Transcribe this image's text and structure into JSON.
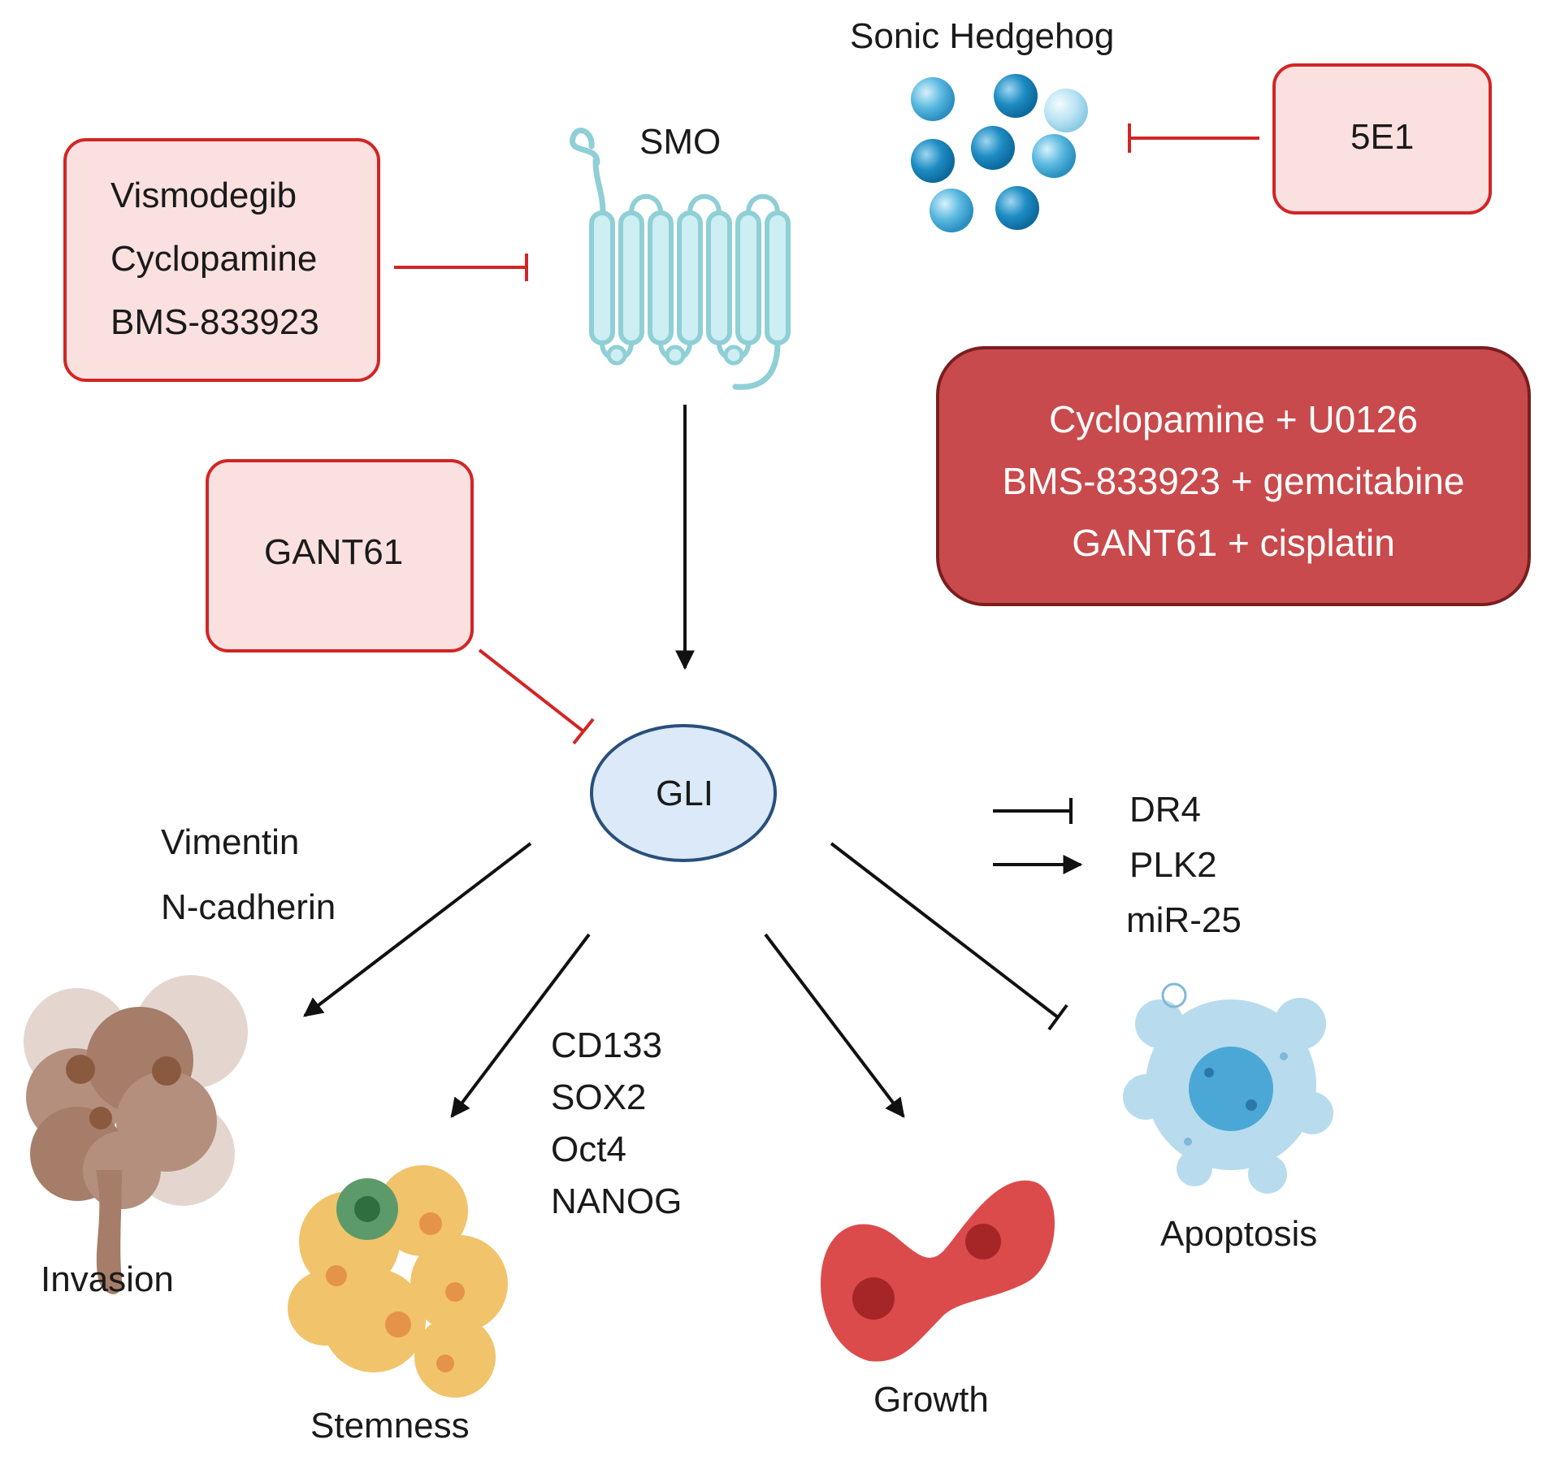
{
  "ligand": {
    "title": "Sonic Hedgehog"
  },
  "receptor": {
    "label": "SMO"
  },
  "transcription_factor": {
    "label": "GLI"
  },
  "inhibitors": {
    "smo": [
      "Vismodegib",
      "Cyclopamine",
      "BMS-833923"
    ],
    "gli": "GANT61",
    "shh": "5E1"
  },
  "combinations": [
    "Cyclopamine + U0126",
    "BMS-833923 + gemcitabine",
    "GANT61 + cisplatin"
  ],
  "markers": {
    "invasion": [
      "Vimentin",
      "N-cadherin"
    ],
    "stemness": [
      "CD133",
      "SOX2",
      "Oct4",
      "NANOG"
    ],
    "apoptosis_inhibited": "DR4",
    "apoptosis_activated": [
      "PLK2",
      "miR-25"
    ]
  },
  "outcomes": {
    "invasion": "Invasion",
    "stemness": "Stemness",
    "growth": "Growth",
    "apoptosis": "Apoptosis"
  },
  "colors": {
    "inhibitor_red": "#d22525",
    "inhibitor_box_fill": "#fbe0e0",
    "combo_fill": "#c94a4c",
    "receptor_teal": "#8fcfd6",
    "gli_fill": "#dbe9f8",
    "gli_stroke": "#2a4f7c"
  }
}
